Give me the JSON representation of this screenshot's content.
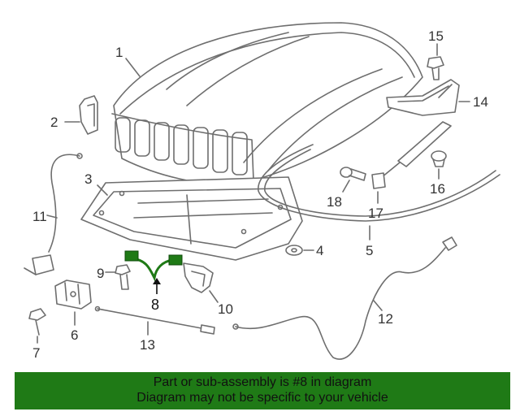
{
  "diagram": {
    "callouts": {
      "c1": "1",
      "c2": "2",
      "c3": "3",
      "c4": "4",
      "c5": "5",
      "c6": "6",
      "c7": "7",
      "c8": "8",
      "c9": "9",
      "c10": "10",
      "c11": "11",
      "c12": "12",
      "c13": "13",
      "c14": "14",
      "c15": "15",
      "c16": "16",
      "c17": "17",
      "c18": "18"
    },
    "highlight_part": "8",
    "colors": {
      "line": "#6e6e6e",
      "highlight": "#1f7a16",
      "footer": "#1f7a16"
    }
  },
  "footer": {
    "line1": "Part or sub-assembly is #8 in diagram",
    "line2": "Diagram may not be specific to your vehicle"
  }
}
